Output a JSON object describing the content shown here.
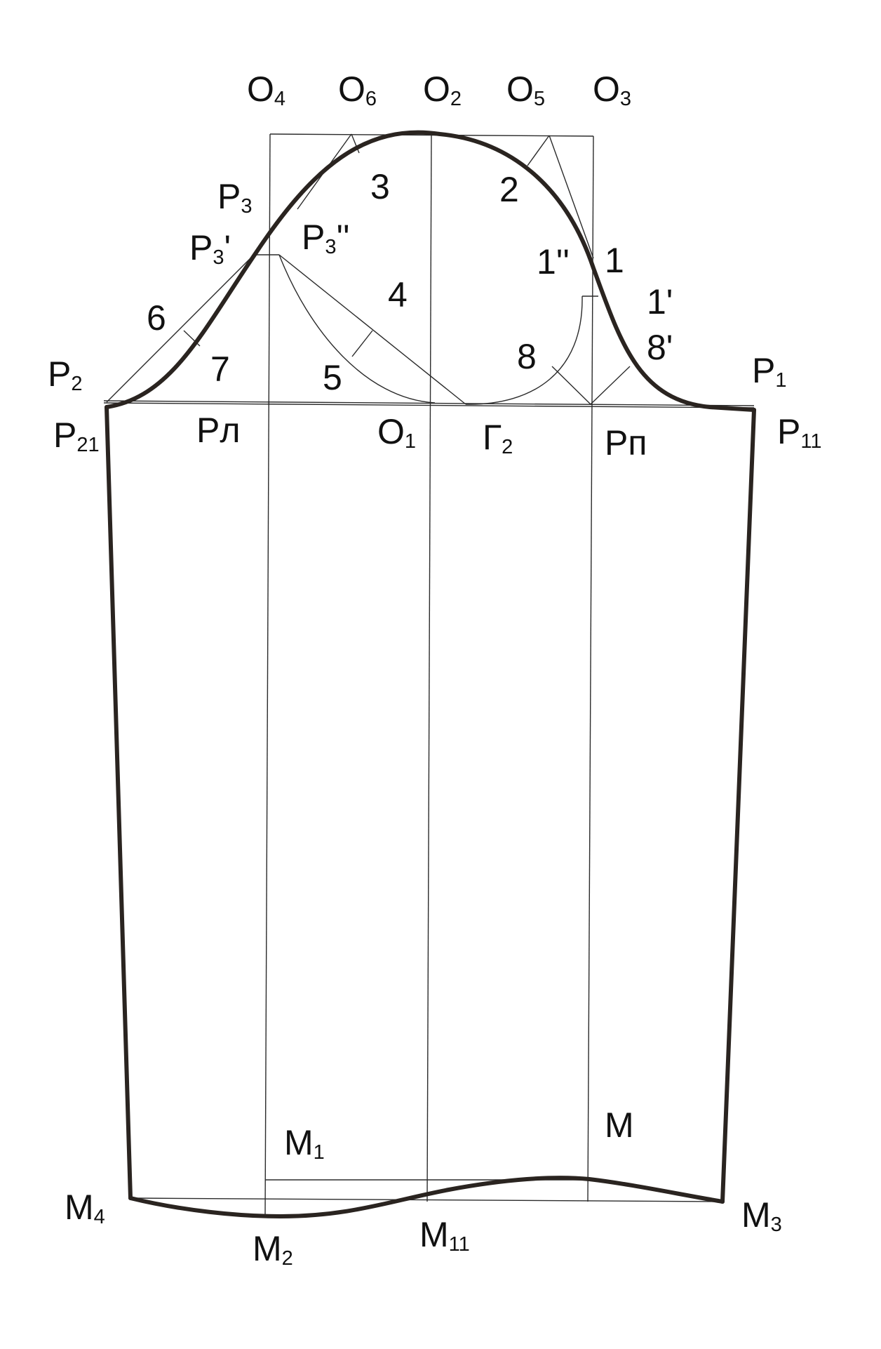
{
  "labels": {
    "o4": {
      "main": "O",
      "sub": "4"
    },
    "o6": {
      "main": "O",
      "sub": "6"
    },
    "o2": {
      "main": "O",
      "sub": "2"
    },
    "o5": {
      "main": "O",
      "sub": "5"
    },
    "o3": {
      "main": "O",
      "sub": "3"
    },
    "p3": {
      "main": "P",
      "sub": "3"
    },
    "p3_prime": {
      "main": "P",
      "sub": "3",
      "suffix": "'"
    },
    "p3_dprime": {
      "main": "P",
      "sub": "3",
      "suffix": "''"
    },
    "n3": "3",
    "n2": "2",
    "n1_dprime": "1''",
    "n1": "1",
    "n1_prime": "1'",
    "n4": "4",
    "n6": "6",
    "n7": "7",
    "n5": "5",
    "n8": "8",
    "n8_prime": "8'",
    "p2": {
      "main": "P",
      "sub": "2"
    },
    "p1": {
      "main": "P",
      "sub": "1"
    },
    "p21": {
      "main": "P",
      "sub": "21"
    },
    "p11": {
      "main": "P",
      "sub": "11"
    },
    "pl": "Pл",
    "o1": {
      "main": "O",
      "sub": "1"
    },
    "g2": {
      "main": "Г",
      "sub": "2"
    },
    "pp": "Pп",
    "m1": {
      "main": "M",
      "sub": "1"
    },
    "m": "M",
    "m4": {
      "main": "M",
      "sub": "4"
    },
    "m3": {
      "main": "M",
      "sub": "3"
    },
    "m2": {
      "main": "M",
      "sub": "2"
    },
    "m11": {
      "main": "M",
      "sub": "11"
    }
  }
}
